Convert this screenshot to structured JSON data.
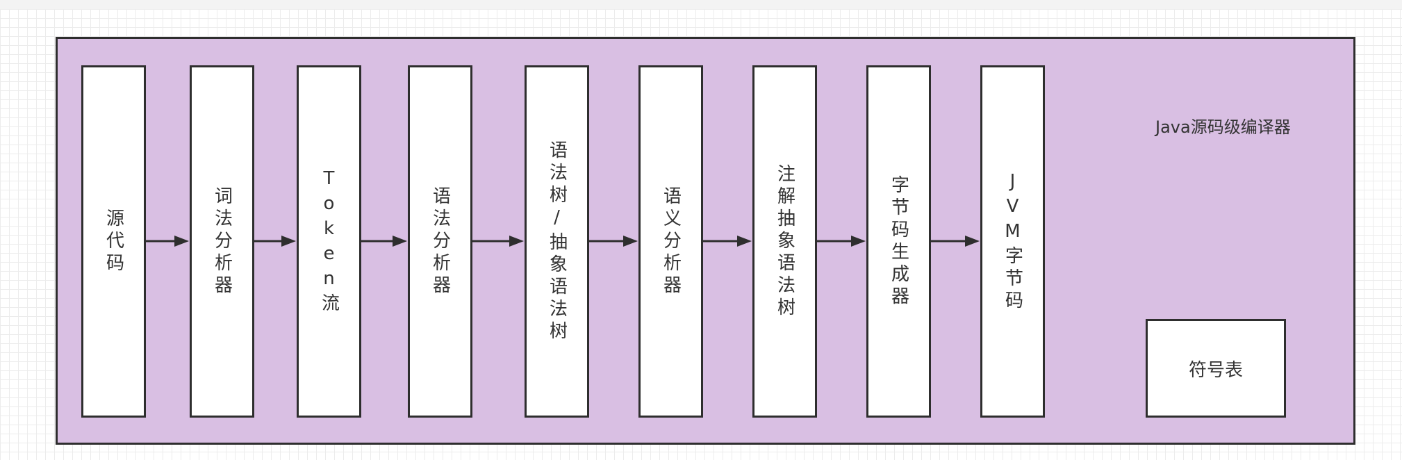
{
  "diagram": {
    "title": "Java源码级编译器",
    "stages": [
      {
        "id": "source-code",
        "label": "源代码"
      },
      {
        "id": "lexer",
        "label": "词法分析器"
      },
      {
        "id": "token-stream",
        "label": "Token流"
      },
      {
        "id": "parser",
        "label": "语法分析器"
      },
      {
        "id": "syntax-tree",
        "label": "语法树/抽象语法树"
      },
      {
        "id": "semantic-analyzer",
        "label": "语义分析器"
      },
      {
        "id": "annotated-ast",
        "label": "注解抽象语法树"
      },
      {
        "id": "bytecode-generator",
        "label": "字节码生成器"
      },
      {
        "id": "jvm-bytecode",
        "label": "JVM字节码"
      }
    ],
    "symbol_table": "符号表",
    "colors": {
      "container_fill": "#d9bfe3",
      "stroke": "#2e2e2e",
      "box_fill": "#ffffff",
      "text": "#333333"
    }
  }
}
